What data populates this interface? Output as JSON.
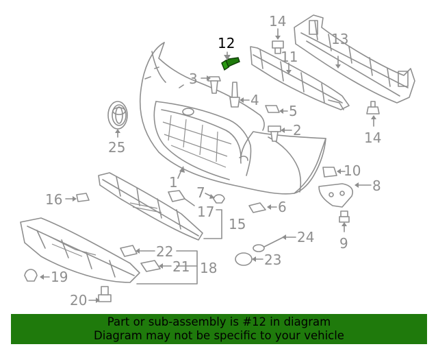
{
  "callouts": {
    "n1": "1",
    "n2": "2",
    "n3": "3",
    "n4": "4",
    "n5": "5",
    "n6": "6",
    "n7": "7",
    "n8": "8",
    "n9": "9",
    "n10": "10",
    "n11": "11",
    "n12": "12",
    "n13": "13",
    "n14a": "14",
    "n14b": "14",
    "n15": "15",
    "n16": "16",
    "n17": "17",
    "n18": "18",
    "n19": "19",
    "n20": "20",
    "n21": "21",
    "n22": "22",
    "n23": "23",
    "n24": "24",
    "n25": "25"
  },
  "highlight": {
    "part": "12",
    "color": "#1f7a0c"
  },
  "banner": {
    "line1": "Part or sub-assembly is #12 in diagram",
    "line2": "Diagram may not be specific to your vehicle",
    "color": "#1f7a0c"
  }
}
